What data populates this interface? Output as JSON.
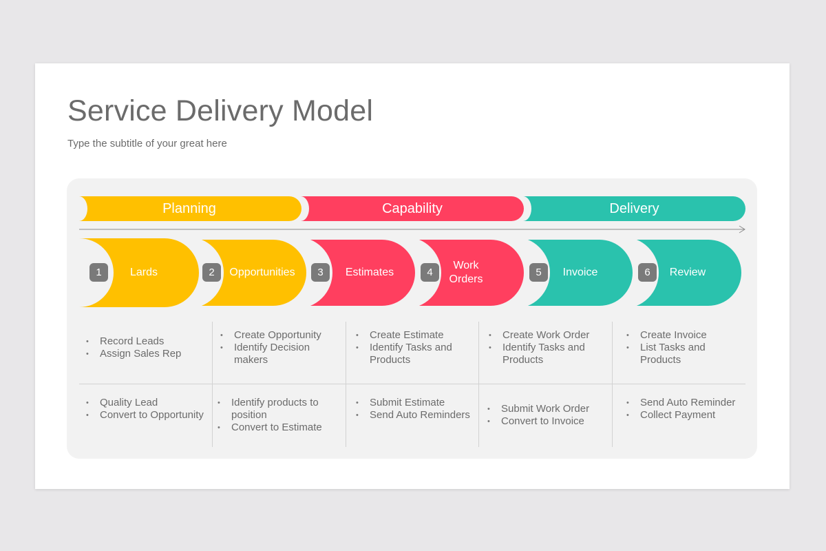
{
  "slide": {
    "title": "Service Delivery Model",
    "subtitle": "Type the subtitle of your great here"
  },
  "phases": [
    {
      "label": "Planning",
      "color": "#ffc000"
    },
    {
      "label": "Capability",
      "color": "#ff3f5f"
    },
    {
      "label": "Delivery",
      "color": "#2ac2ad"
    }
  ],
  "steps": [
    {
      "number": "1",
      "label": "Lards",
      "color": "#ffc000"
    },
    {
      "number": "2",
      "label": "Opportunities",
      "color": "#ffc000"
    },
    {
      "number": "3",
      "label": "Estimates",
      "color": "#ff3f5f"
    },
    {
      "number": "4",
      "label": "Work Orders",
      "color": "#ff3f5f"
    },
    {
      "number": "5",
      "label": "Invoice",
      "color": "#2ac2ad"
    },
    {
      "number": "6",
      "label": "Review",
      "color": "#2ac2ad"
    }
  ],
  "rows": [
    [
      [
        "Record Leads",
        "Assign Sales Rep"
      ],
      [
        "Create Opportunity",
        "Identify Decision makers"
      ],
      [
        "Create Estimate",
        "Identify Tasks and Products"
      ],
      [
        "Create Work Order",
        "Identify Tasks and Products"
      ],
      [
        "Create Invoice",
        "List Tasks and Products"
      ]
    ],
    [
      [
        "Quality Lead",
        "Convert to Opportunity"
      ],
      [
        "Identify products to position",
        "Convert to Estimate"
      ],
      [
        "Submit Estimate",
        "Send Auto Reminders"
      ],
      [
        "Submit Work Order",
        "Convert to Invoice"
      ],
      [
        "Send Auto Reminder",
        "Collect Payment"
      ]
    ]
  ],
  "colors": {
    "background": "#e8e7e9",
    "panel": "#f2f2f2",
    "badge": "#7a7a7a",
    "text": "#6b6b6b"
  }
}
